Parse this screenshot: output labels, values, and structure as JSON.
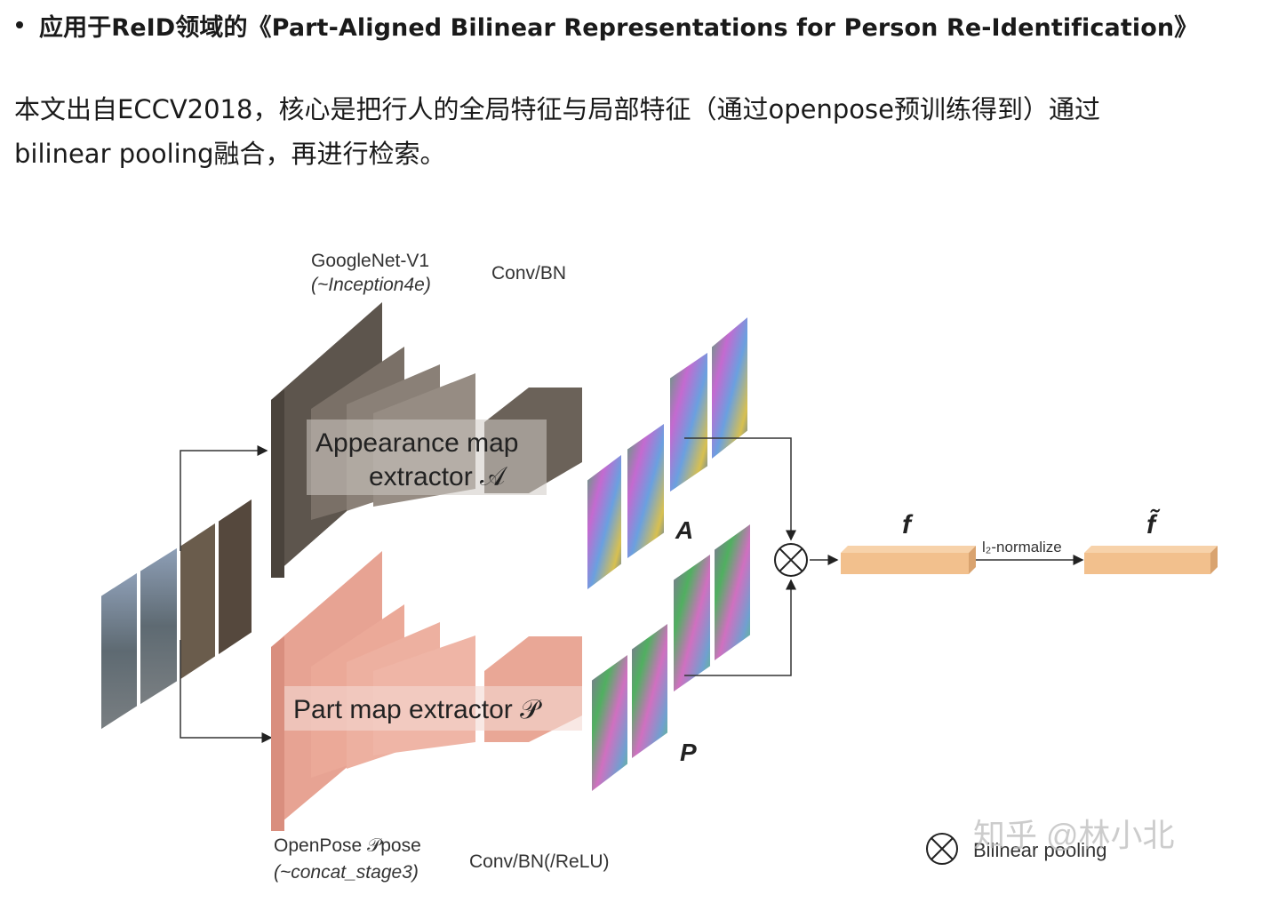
{
  "heading": {
    "text": "应用于ReID领域的《Part-Aligned Bilinear Representations for Person Re-Identification》"
  },
  "paragraph": {
    "line1": "本文出自ECCV2018，核心是把行人的全局特征与局部特征（通过openpose预训练得到）通过",
    "line2": "bilinear pooling融合，再进行检索。"
  },
  "figure": {
    "top_net_line1": "GoogleNet-V1",
    "top_net_line2": "(~Inception4e)",
    "top_conv": "Conv/BN",
    "appearance_line1": "Appearance map",
    "appearance_line2": "extractor 𝒜",
    "part_label": "Part map extractor 𝒫",
    "label_A": "A",
    "label_P": "P",
    "label_f": "f",
    "label_ftilde": "f̃",
    "normalize": "l₂-normalize",
    "openpose_line1": "OpenPose 𝒫pose",
    "openpose_line2": "(~concat_stage3)",
    "bottom_conv": "Conv/BN(/ReLU)",
    "legend_symbol": "⊗",
    "legend_text": "Bilinear pooling",
    "watermark": "知乎 @林小北",
    "colors": {
      "appearance_block": "#6b6259",
      "part_block": "#e8a899",
      "feature_bar": "#f2c08d"
    }
  }
}
